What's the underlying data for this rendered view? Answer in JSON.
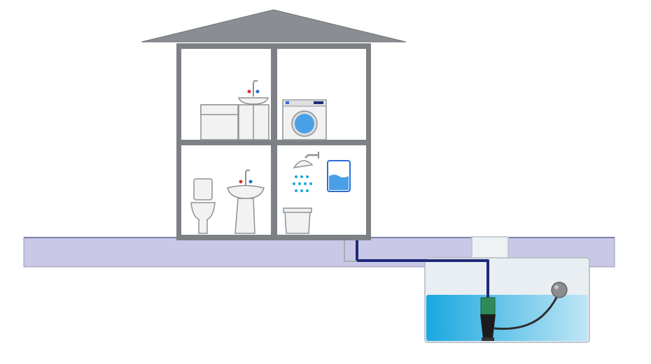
{
  "diagram": {
    "kind": "house-drainage-pump-schematic",
    "colors": {
      "background": "#ffffff",
      "roof": "#8a8d91",
      "walls": "#7d8085",
      "room_fill": "#ffffff",
      "ground": "#c9c8e6",
      "ground_edge": "#9a99c0",
      "pipe": "#1f2a7a",
      "fixture_fill": "#f2f2f2",
      "fixture_stroke": "#8e9196",
      "water_light": "#bfe6f5",
      "water_dark": "#1aa7e0",
      "tank_air": "#e8eef2",
      "pump_green": "#2e8b57",
      "pump_body": "#1c1c1c",
      "float_ball": "#8c8c8c"
    },
    "components": [
      {
        "id": "roof",
        "icon": "roof-shape"
      },
      {
        "id": "room-upper-left",
        "icon": "room"
      },
      {
        "id": "room-upper-right",
        "icon": "room"
      },
      {
        "id": "room-lower-left",
        "icon": "room"
      },
      {
        "id": "room-lower-right",
        "icon": "room"
      },
      {
        "id": "kitchen-cabinet",
        "icon": "cabinet-icon"
      },
      {
        "id": "kitchen-sink",
        "icon": "sink-icon"
      },
      {
        "id": "washing-machine",
        "icon": "washing-machine-icon"
      },
      {
        "id": "shower-head",
        "icon": "shower-icon"
      },
      {
        "id": "water-heater",
        "icon": "boiler-icon"
      },
      {
        "id": "toilet",
        "icon": "toilet-icon"
      },
      {
        "id": "pedestal-basin",
        "icon": "basin-icon"
      },
      {
        "id": "floor-drain-trap",
        "icon": "drain-icon"
      },
      {
        "id": "ground-layer",
        "icon": "ground"
      },
      {
        "id": "sump-tank",
        "icon": "tank-icon"
      },
      {
        "id": "submersible-pump",
        "icon": "pump-icon"
      },
      {
        "id": "float-switch",
        "icon": "float-ball-icon"
      }
    ]
  }
}
